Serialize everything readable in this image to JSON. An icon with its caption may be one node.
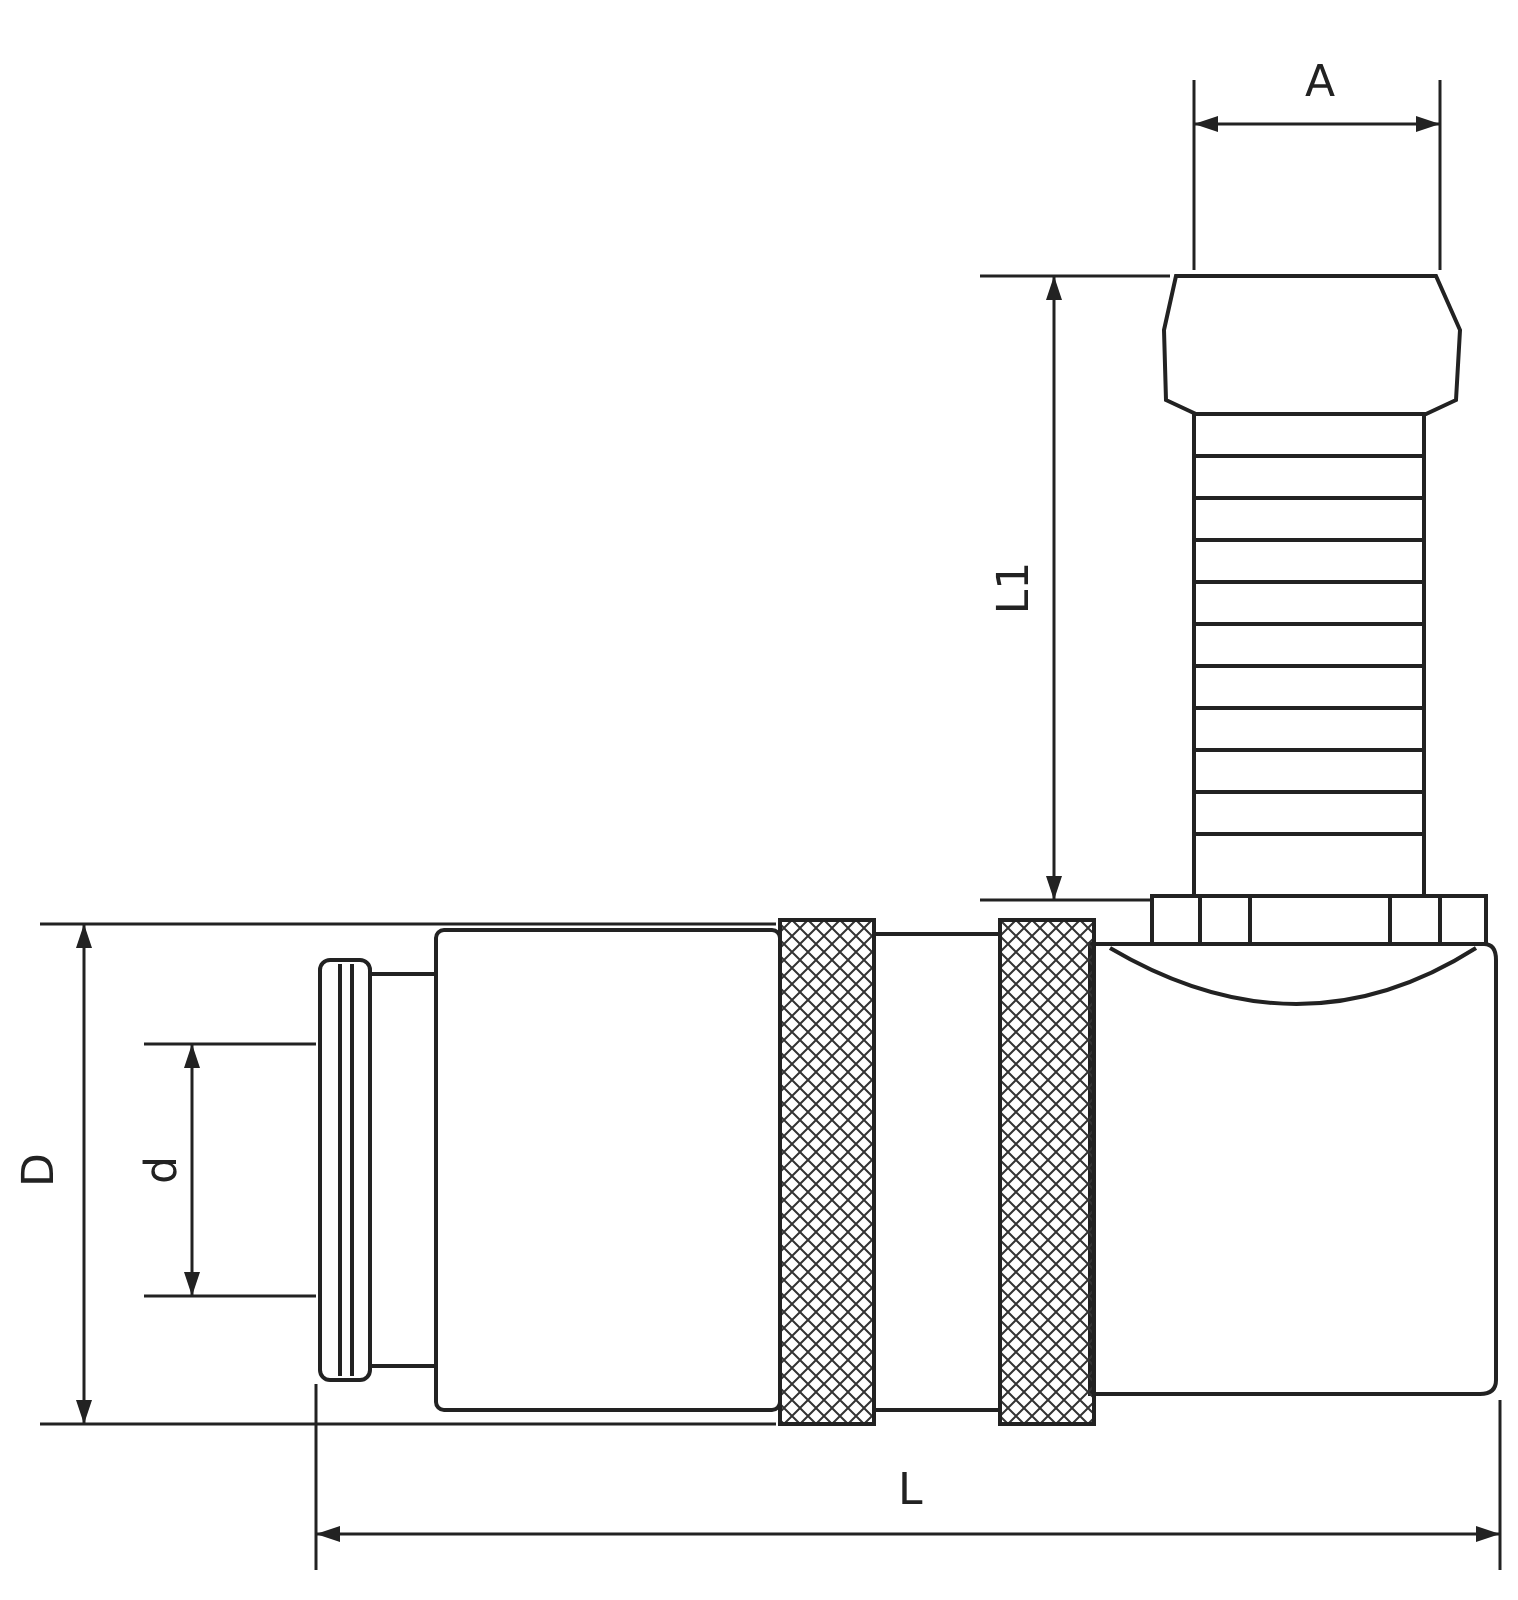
{
  "diagram": {
    "labels": [
      "A",
      "L1",
      "D",
      "d",
      "L"
    ]
  }
}
